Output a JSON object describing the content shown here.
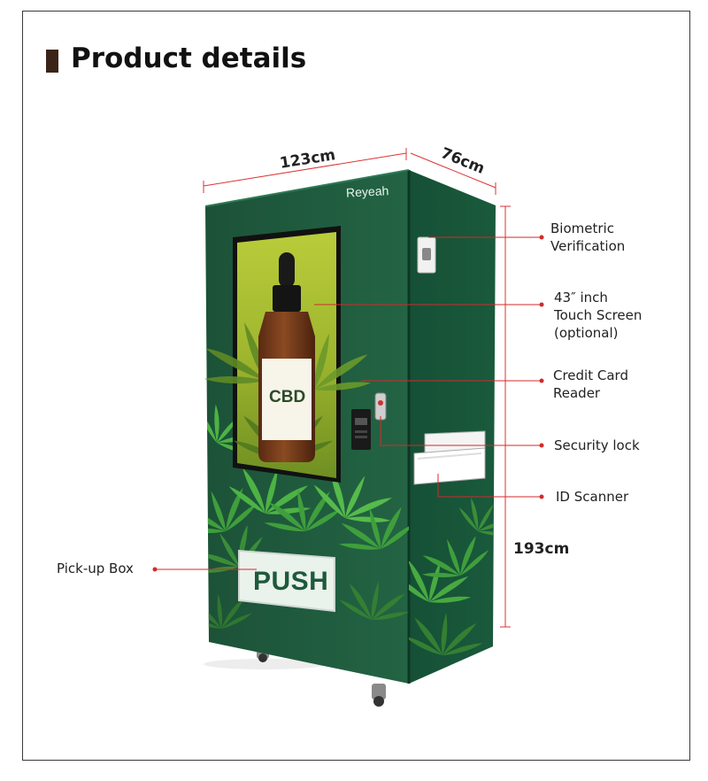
{
  "header": {
    "title": "Product details"
  },
  "machine": {
    "brand": "Reyeah",
    "screen_text": "CBD",
    "pickup_text": "PUSH"
  },
  "dimensions": {
    "width": "123cm",
    "depth": "76cm",
    "height": "193cm"
  },
  "callouts": {
    "biometric": [
      "Biometric",
      "Verification"
    ],
    "touch_screen": [
      "43″ inch",
      "Touch Screen",
      "(optional)"
    ],
    "card_reader": [
      "Credit Card",
      "Reader"
    ],
    "security_lock": "Security lock",
    "id_scanner": "ID Scanner",
    "pickup_box": "Pick-up Box"
  },
  "colors": {
    "machine_green": "#1f5a3f",
    "side_green": "#174a33",
    "leaf_green": "#3e9c3a",
    "callout_red": "#d32a2a",
    "title_bar": "#3a2418"
  }
}
